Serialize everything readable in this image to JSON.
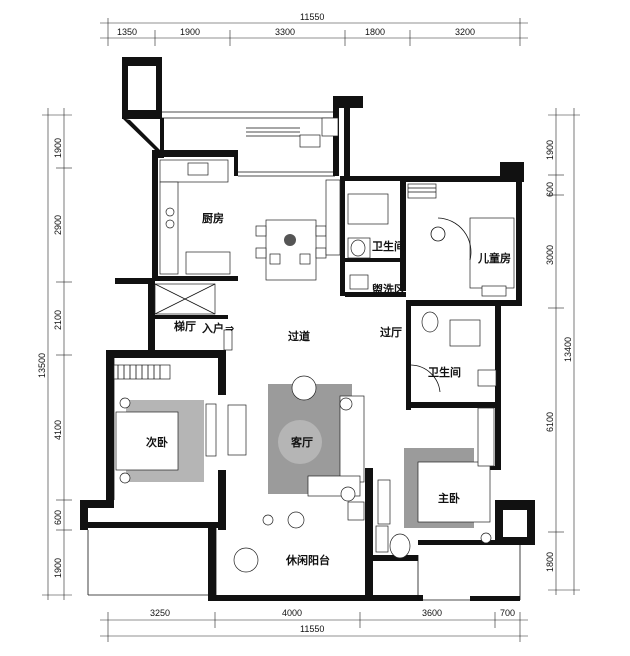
{
  "dimensions": {
    "top_total": "11550",
    "top": [
      "1350",
      "1900",
      "3300",
      "1800",
      "3200"
    ],
    "bottom_total": "11550",
    "bottom": [
      "3250",
      "4000",
      "3600",
      "700"
    ],
    "left_total": "13500",
    "left": [
      "1900",
      "2900",
      "2100",
      "4100",
      "600",
      "1900"
    ],
    "right_total": "13400",
    "right": [
      "1900",
      "600",
      "3000",
      "6100",
      "1800"
    ]
  },
  "rooms": {
    "kitchen": "厨房",
    "bathroom_top": "卫生间",
    "kids_room": "儿童房",
    "laundry": "盥洗区",
    "stair_hall": "梯厅",
    "entrance": "入户",
    "corridor": "过道",
    "hallway": "过厅",
    "bathroom_mid": "卫生间",
    "second_bedroom": "次卧",
    "living_room": "客厅",
    "master_bedroom": "主卧",
    "balcony": "休闲阳台"
  },
  "arrow_glyph": "⇒"
}
